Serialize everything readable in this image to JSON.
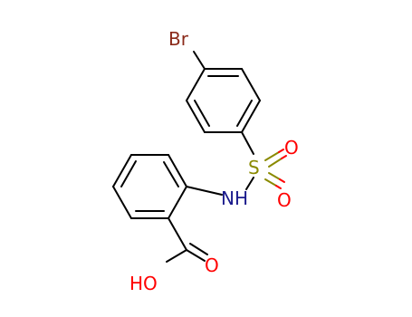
{
  "molecule": {
    "atoms": {
      "bromine": "Br",
      "sulfur": "S",
      "sulfonyl_oxygen_top": "O",
      "sulfonyl_oxygen_bottom": "O",
      "amine": "NH",
      "carbonyl_oxygen": "O",
      "hydroxyl": "HO"
    },
    "colors": {
      "bond": "#000000",
      "bromine": "#8b2a1a",
      "sulfur": "#8a8a00",
      "oxygen": "#ff0000",
      "nitrogen": "#1a1a8c"
    }
  }
}
